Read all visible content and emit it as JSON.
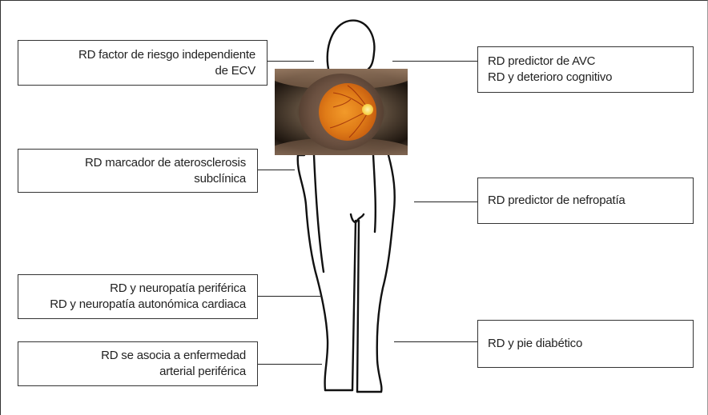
{
  "diagram": {
    "labels": {
      "factor_riesgo": [
        "RD factor de riesgo independiente",
        "de ECV"
      ],
      "aterosclerosis": [
        "RD marcador de  aterosclerosis",
        "subclínica"
      ],
      "neuropatia": [
        "RD y neuropatía periférica",
        "RD y neuropatía autonómica cardiaca"
      ],
      "enfermedad_arterial": [
        "RD se asocia a enfermedad",
        "arterial periférica"
      ],
      "avc": [
        "RD predictor de AVC",
        "RD y deterioro cognitivo"
      ],
      "nefropatia": [
        "RD predictor de  nefropatía"
      ],
      "pie": [
        "RD y pie diabético"
      ]
    },
    "image": {
      "subject": "retinal-fundus-eye-photo"
    },
    "colors": {
      "border": "#333333",
      "text": "#222222",
      "fundus": "#e07c18"
    }
  }
}
